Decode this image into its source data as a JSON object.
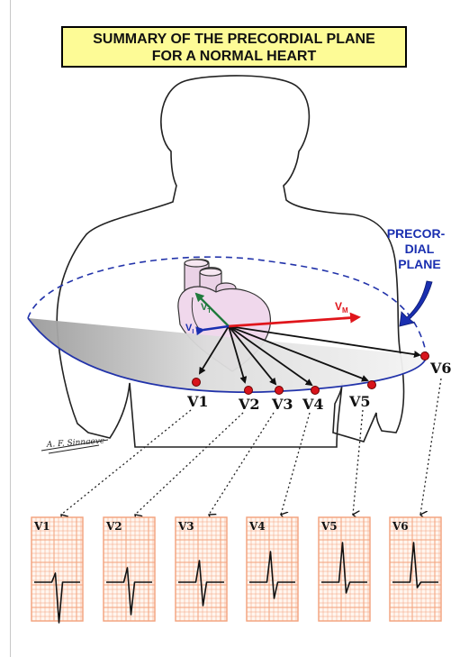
{
  "title": {
    "line1": "SUMMARY OF THE PRECORDIAL PLANE",
    "line2": "FOR A NORMAL HEART"
  },
  "plane_label": {
    "line1": "PRECOR-",
    "line2": "DIAL",
    "line3": "PLANE"
  },
  "vector_labels": {
    "vm": "V",
    "vm_sub": "M",
    "vt": "V",
    "vt_sub": "T",
    "vi": "V",
    "vi_sub": "I"
  },
  "signature": "A. F. Sinnaeve",
  "leads": [
    "V1",
    "V2",
    "V3",
    "V4",
    "V5",
    "V6"
  ],
  "strip_labels": [
    "V1",
    "V2",
    "V3",
    "V4",
    "V5",
    "V6"
  ],
  "colors": {
    "plane_outline": "#2233aa",
    "plane_label": "#1a2fb0",
    "vector_vm": "#e0151b",
    "vector_vt": "#1f7a3c",
    "vector_vi": "#1a2fb0",
    "electrode": "#d8141c",
    "ecg_grid": "#f3a07a",
    "ecg_paper": "#fff6ef"
  }
}
